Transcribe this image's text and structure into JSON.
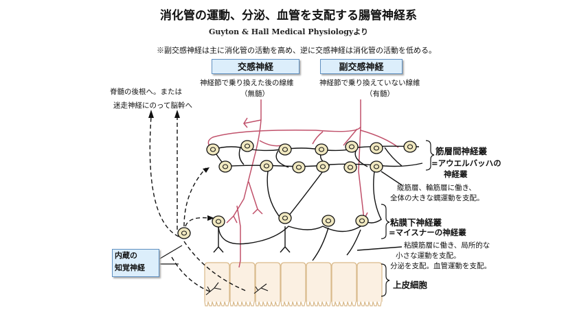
{
  "title": "消化管の運動、分泌、血管を支配する腸管神経系",
  "source": "Guyton & Hall  Medical Physiologyより",
  "note": "※副交感神経は主に消化管の活動を高め、逆に交感神経は消化管の活動を低める。",
  "sympathetic": {
    "label": "交感神経",
    "fiber": "神経節で乗り換えた後の線維",
    "fiber_type": "（無髄）"
  },
  "parasympathetic": {
    "label": "副交感神経",
    "fiber": "神経節で乗り換えていない線維",
    "fiber_type": "（有髄）"
  },
  "afferent_dest": {
    "line1": "脊髄の後根へ。または",
    "line2": "迷走神経にのって脳幹へ"
  },
  "sensory_nerve": {
    "line1": "内蔵の",
    "line2": "知覚神経"
  },
  "myenteric": {
    "name": "筋層間神経叢",
    "alias1": "=アウエルバッハの",
    "alias2": "神経叢",
    "desc1": "縦筋層、輪筋層に働き、",
    "desc2": "全体の大きな蠕運動を支配。"
  },
  "submucosal": {
    "name": "粘膜下神経叢",
    "alias": "=マイスナーの神経叢",
    "desc1": "粘膜筋層に働き、局所的な",
    "desc2": "小さな運動を支配。",
    "desc3": "分泌を支配。血管運動を支配。"
  },
  "epithelium": {
    "label": "上皮細胞"
  },
  "colors": {
    "nerve_red": "#c0506a",
    "box_fill": "#dceefb",
    "cell_fill": "#f0e8c0",
    "epithelium": "#fbf0e2"
  }
}
